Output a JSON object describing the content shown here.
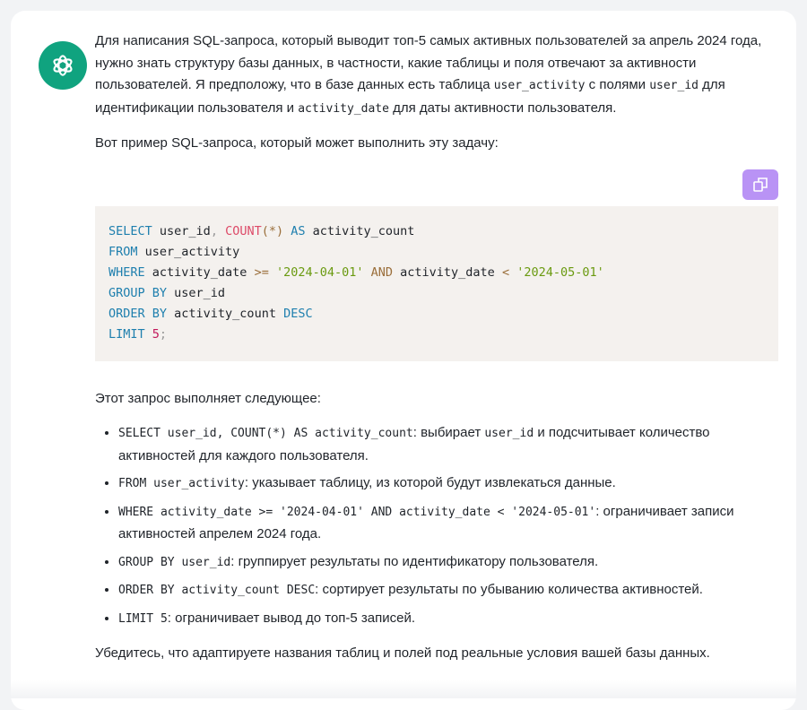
{
  "intro": {
    "p1a": "Для написания SQL-запроса, который выводит топ-5 самых активных пользователей за апрель 2024 года, нужно знать структуру базы данных, в частности, какие таблицы и поля отвечают за активности пользователей. Я предположу, что в базе данных есть таблица ",
    "p1_code1": "user_activity",
    "p1b": " с полями ",
    "p1_code2": "user_id",
    "p1c": " для идентификации пользователя и ",
    "p1_code3": "activity_date",
    "p1d": " для даты активности пользователя.",
    "p2": "Вот пример SQL-запроса, который может выполнить эту задачу:"
  },
  "code": {
    "l1": [
      "SELECT",
      " user_id",
      ", ",
      "COUNT",
      "(*)",
      " AS",
      " activity_count"
    ],
    "l2": [
      "FROM",
      " user_activity"
    ],
    "l3": [
      "WHERE",
      " activity_date ",
      ">=",
      " '2024-04-01'",
      " AND",
      " activity_date ",
      "<",
      " '2024-05-01'"
    ],
    "l4": [
      "GROUP BY",
      " user_id"
    ],
    "l5": [
      "ORDER BY",
      " activity_count ",
      "DESC"
    ],
    "l6": [
      "LIMIT",
      " 5",
      ";"
    ]
  },
  "explain_title": "Этот запрос выполняет следующее:",
  "bullets": [
    {
      "code": "SELECT user_id, COUNT(*) AS activity_count",
      "t1": ": выбирает ",
      "code2": "user_id",
      "t2": " и подсчитывает количество активностей для каждого пользователя."
    },
    {
      "code": "FROM user_activity",
      "t1": ": указывает таблицу, из которой будут извлекаться данные."
    },
    {
      "code": "WHERE activity_date >= '2024-04-01' AND activity_date < '2024-05-01'",
      "t1": ": ограничивает записи активностей апрелем 2024 года."
    },
    {
      "code": "GROUP BY user_id",
      "t1": ": группирует результаты по идентификатору пользователя."
    },
    {
      "code": "ORDER BY activity_count DESC",
      "t1": ": сортирует результаты по убыванию количества активностей."
    },
    {
      "code": "LIMIT 5",
      "t1": ": ограничивает вывод до топ-5 записей."
    }
  ],
  "outro": "Убедитесь, что адаптируете названия таблиц и полей под реальные условия вашей базы данных.",
  "colors": {
    "avatar": "#10a37f",
    "copy_button": "#b993f5",
    "code_bg": "#f4f1ee"
  }
}
